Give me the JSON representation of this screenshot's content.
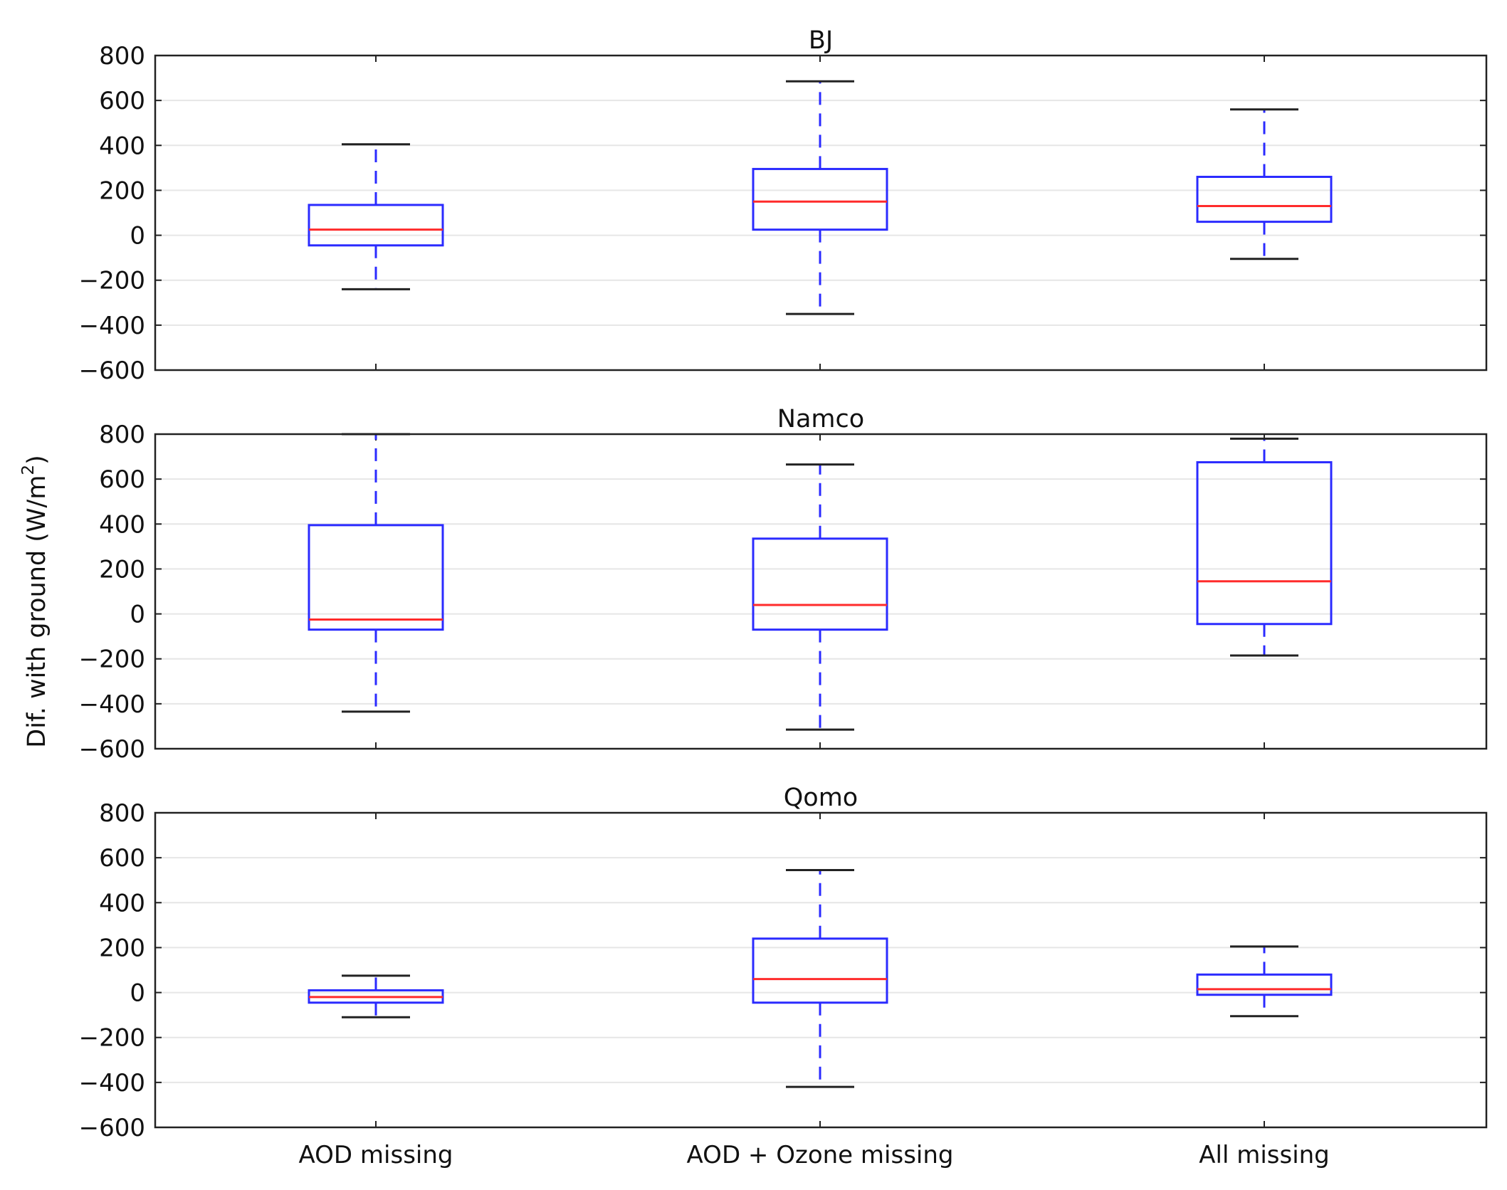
{
  "ylabel_text": "Dif. with ground (W/m",
  "ylabel_sup": "2",
  "ylabel_close": ")",
  "colors": {
    "box": "#2b2bff",
    "median": "#ff2b2b",
    "cap": "#222222",
    "grid": "#e6e6e6",
    "frame": "#222222"
  },
  "chart_data": [
    {
      "type": "box",
      "title": "BJ",
      "categories": [
        "AOD missing",
        "AOD + Ozone missing",
        "All missing"
      ],
      "ylim": [
        -600,
        800
      ],
      "yticks": [
        "800",
        "600",
        "400",
        "200",
        "0",
        "−200",
        "−400",
        "−600"
      ],
      "grid": true,
      "boxes": [
        {
          "whislo": -240,
          "q1": -45,
          "med": 25,
          "q3": 135,
          "whishi": 405
        },
        {
          "whislo": -350,
          "q1": 25,
          "med": 150,
          "q3": 295,
          "whishi": 685
        },
        {
          "whislo": -105,
          "q1": 60,
          "med": 130,
          "q3": 260,
          "whishi": 560
        }
      ]
    },
    {
      "type": "box",
      "title": "Namco",
      "categories": [
        "AOD missing",
        "AOD + Ozone missing",
        "All missing"
      ],
      "ylim": [
        -600,
        800
      ],
      "yticks": [
        "800",
        "600",
        "400",
        "200",
        "0",
        "−200",
        "−400",
        "−600"
      ],
      "grid": true,
      "boxes": [
        {
          "whislo": -435,
          "q1": -70,
          "med": -25,
          "q3": 395,
          "whishi": 800
        },
        {
          "whislo": -515,
          "q1": -70,
          "med": 40,
          "q3": 335,
          "whishi": 665
        },
        {
          "whislo": -185,
          "q1": -45,
          "med": 145,
          "q3": 675,
          "whishi": 780
        }
      ]
    },
    {
      "type": "box",
      "title": "Qomo",
      "categories": [
        "AOD missing",
        "AOD + Ozone missing",
        "All missing"
      ],
      "ylim": [
        -600,
        800
      ],
      "yticks": [
        "800",
        "600",
        "400",
        "200",
        "0",
        "−200",
        "−400",
        "−600"
      ],
      "grid": true,
      "boxes": [
        {
          "whislo": -110,
          "q1": -45,
          "med": -20,
          "q3": 10,
          "whishi": 75
        },
        {
          "whislo": -420,
          "q1": -45,
          "med": 60,
          "q3": 240,
          "whishi": 545
        },
        {
          "whislo": -105,
          "q1": -10,
          "med": 15,
          "q3": 80,
          "whishi": 205
        }
      ]
    }
  ]
}
